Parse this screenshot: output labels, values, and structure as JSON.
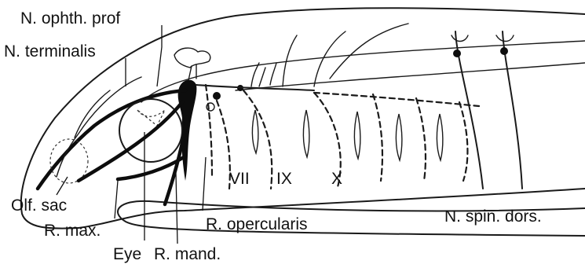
{
  "diagram": {
    "labels": {
      "n_ophth_prof": "N. ophth. prof",
      "n_terminalis": "N. terminalis",
      "olf_sac": "Olf. sac",
      "r_max": "R. max.",
      "eye": "Eye",
      "r_mand": "R. mand.",
      "r_opercularis": "R. opercularis",
      "n_spin_dors": "N. spin. dors.",
      "vii": "VII",
      "ix": "IX",
      "x": "X"
    }
  }
}
